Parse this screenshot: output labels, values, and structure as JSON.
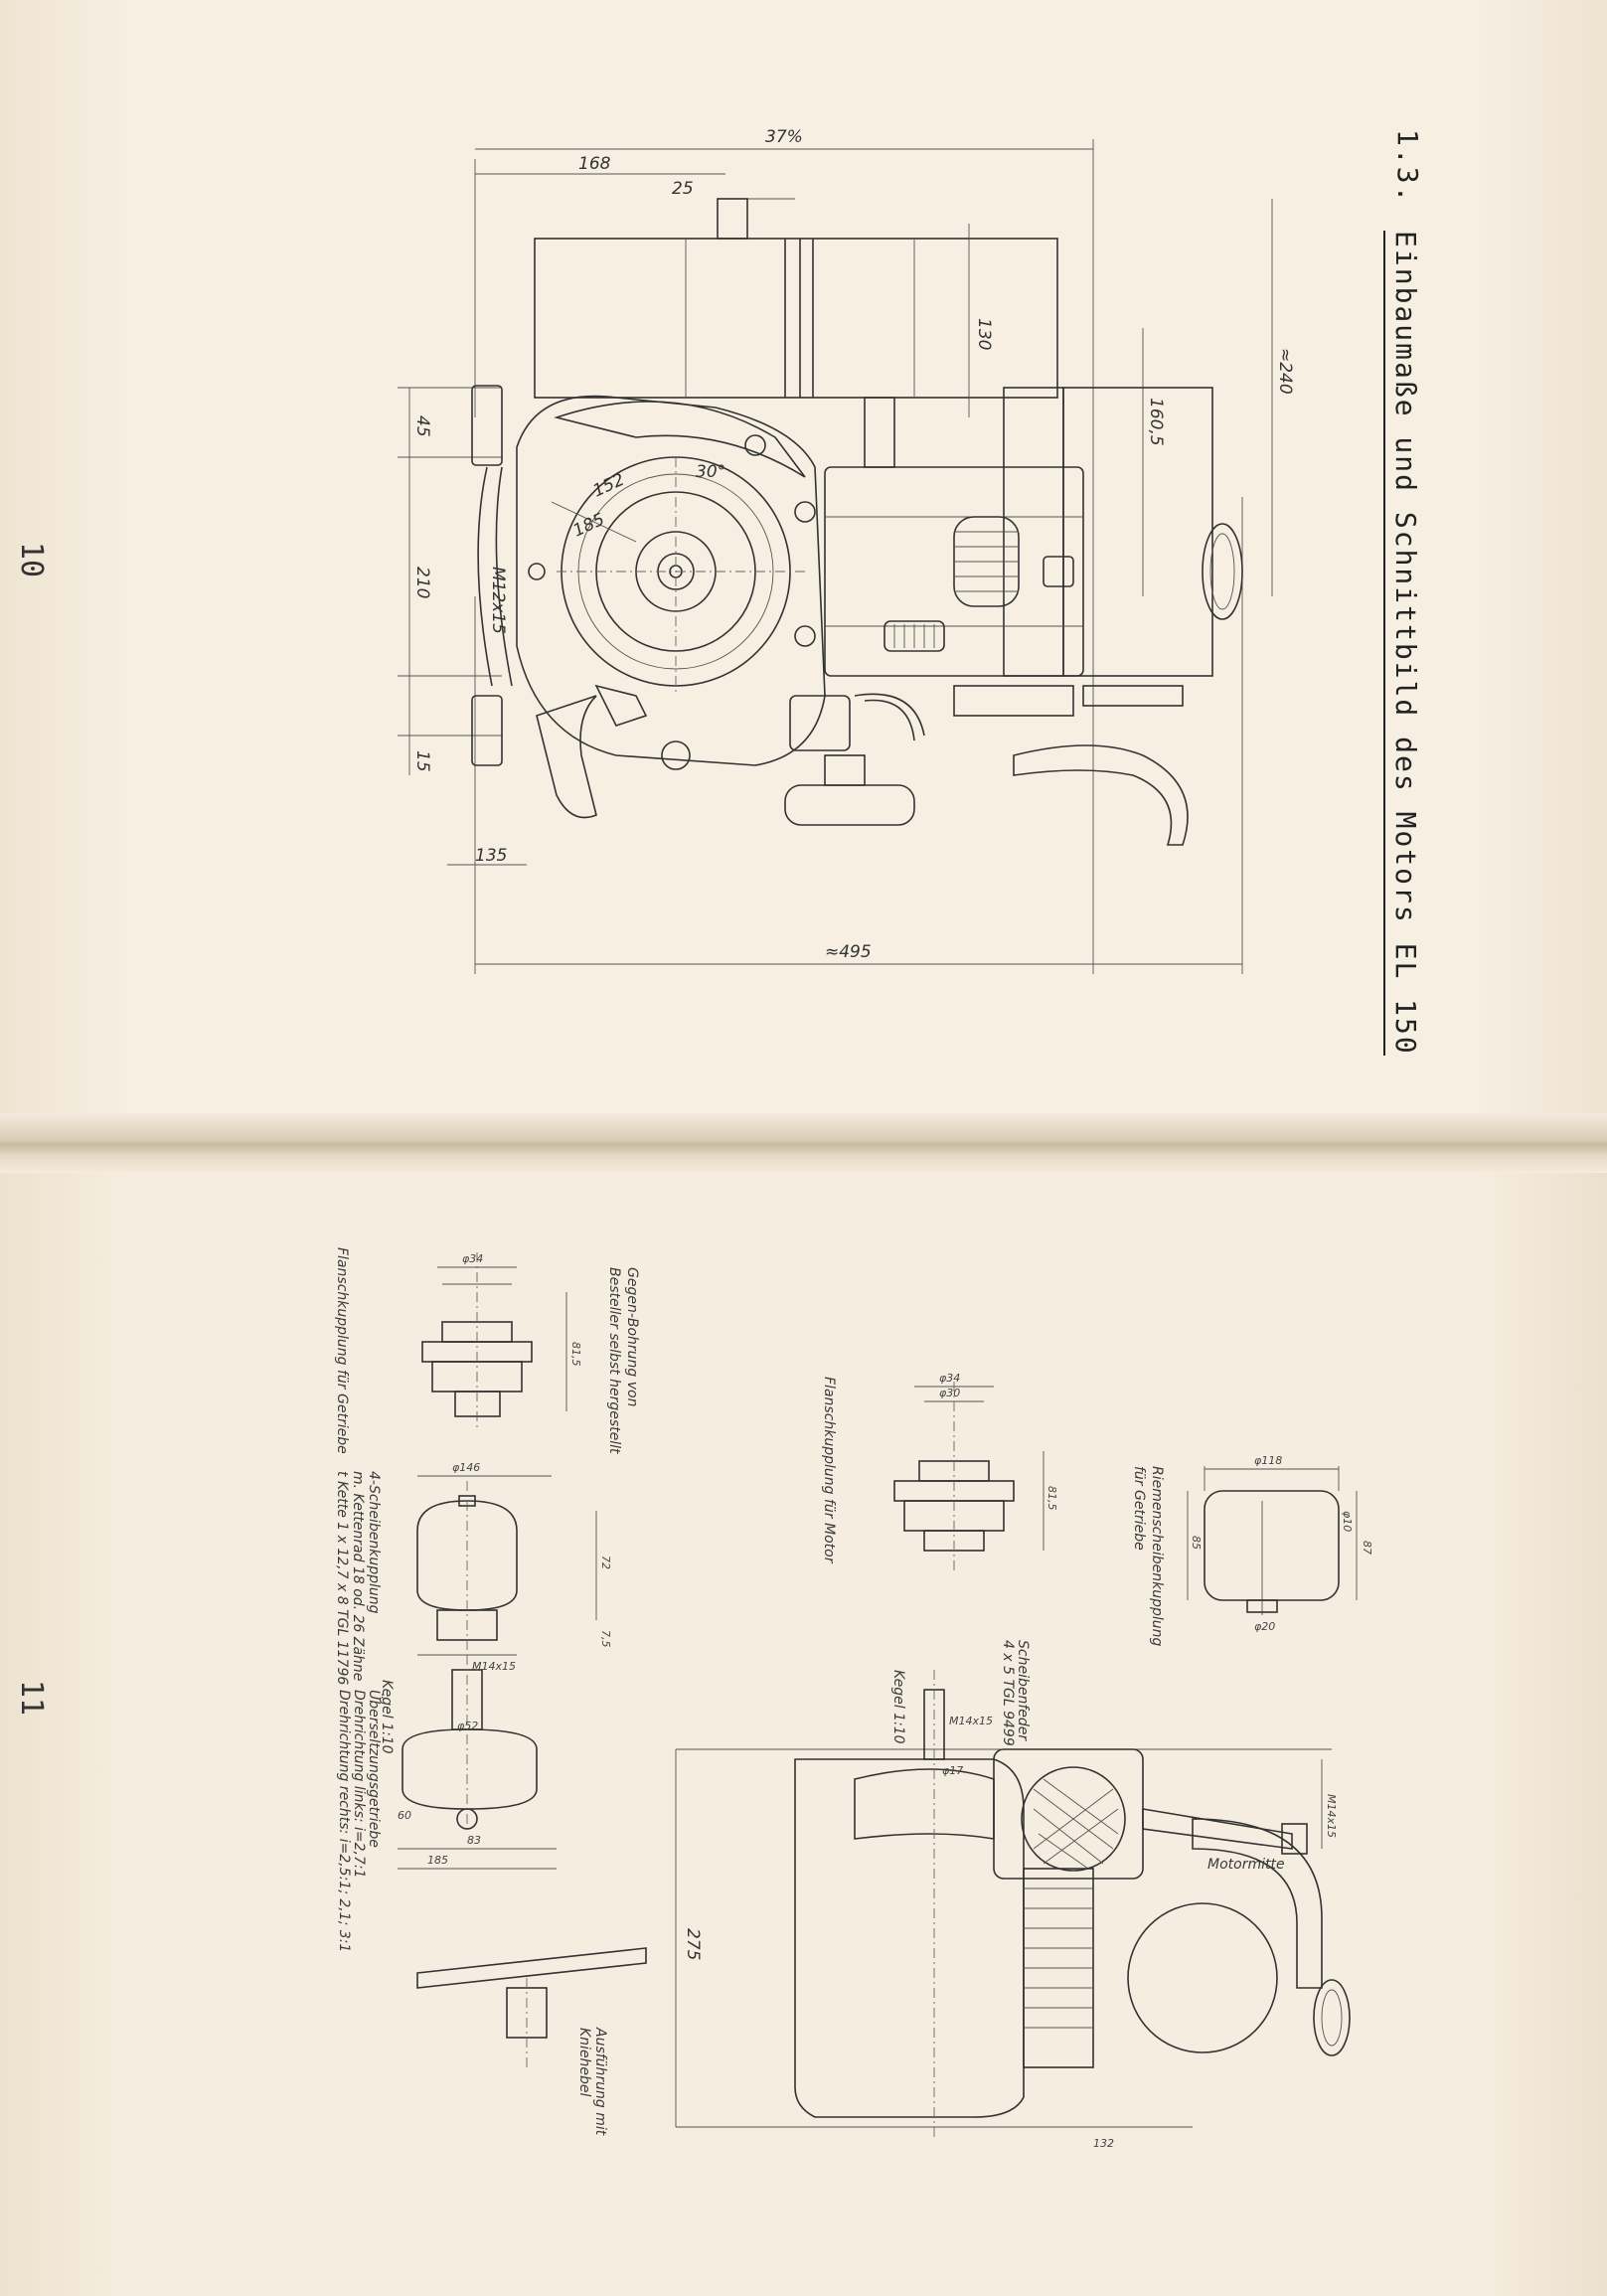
{
  "pages": {
    "top_number": "10",
    "bottom_number": "11"
  },
  "section": {
    "number": "1.3.",
    "title": "Einbaumaße und Schnittbild des Motors EL 150"
  },
  "drawing_top": {
    "dims": [
      "37%",
      "168",
      "25",
      "130",
      "≈240",
      "160,5",
      "45",
      "210",
      "15",
      "135",
      "≈495",
      "152",
      "185",
      "30°",
      "M12x15"
    ]
  },
  "drawing_bottom": {
    "captions": {
      "belt": [
        "Riemenscheibenkupplung",
        "für Getriebe"
      ],
      "flange_motor": "Flanschkupplung für Motor",
      "flange_gear": "Flanschkupplung für Getriebe",
      "bored": [
        "Gegen-Bohrung von",
        "Besteller selbst hergestellt"
      ],
      "four_disc": [
        "4-Scheibenkupplung",
        "m. Kettenrad 18 od. 26 Zähne",
        "t Kette 1 x 12,7 x 8 TGL 11796"
      ],
      "overdrive": [
        "Überseltzungsgetriebe",
        "Drehrichtung links: i=2,7:1",
        "Drehrichtung rechts: i=2,5:1; 2,1; 3:1"
      ],
      "kickstart": [
        "Ausführung mit",
        "Kniehebel"
      ],
      "motormitte": "Motormitte",
      "kegel": "Kegel 1:10",
      "scheibenfeder": [
        "Scheibenfeder",
        "4 x 5 TGL 9499"
      ]
    },
    "dims": [
      "φ118",
      "φ10",
      "87",
      "85",
      "φ20",
      "φ146",
      "72",
      "7,5",
      "φ34",
      "φ30",
      "81,5",
      "M14x15",
      "φ17",
      "275",
      "132",
      "60",
      "185",
      "83",
      "φ52",
      "M14x15"
    ]
  }
}
